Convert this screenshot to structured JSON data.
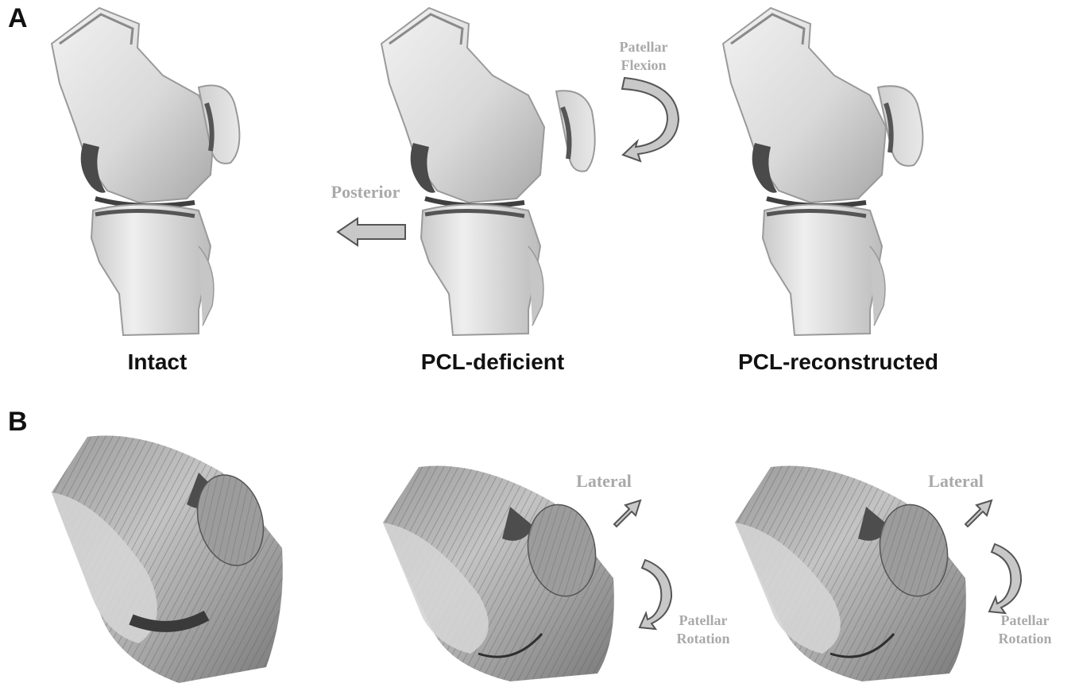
{
  "panels": {
    "A": {
      "letter": "A",
      "captions": [
        "Intact",
        "PCL-deficient",
        "PCL-reconstructed"
      ],
      "annotations": {
        "posterior": "Posterior",
        "patellar_flexion": [
          "Patellar",
          "Flexion"
        ]
      }
    },
    "B": {
      "letter": "B",
      "annotations": {
        "lateral_1": "Lateral",
        "lateral_2": "Lateral",
        "patellar_rotation_1": [
          "Patellar",
          "Rotation"
        ],
        "patellar_rotation_2": [
          "Patellar",
          "Rotation"
        ]
      }
    }
  },
  "colors": {
    "bone_light": "#e6e6e6",
    "bone_mid": "#bdbdbd",
    "bone_dark": "#6e6e6e",
    "cartilage": "#4a4a4a",
    "annotation_gray": "#a9a9a9",
    "arrow_fill": "#c8c8c8"
  }
}
